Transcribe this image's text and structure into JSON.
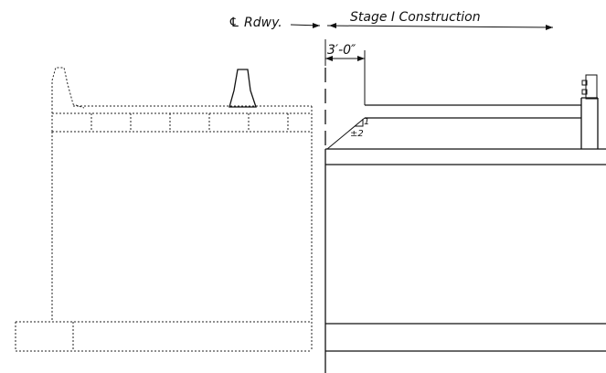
{
  "labels": {
    "centerline": "℄ Rdwy.",
    "stage": "Stage I Construction",
    "dimension": "3′-0″",
    "slope_rise": "1",
    "slope_run": "±2"
  }
}
